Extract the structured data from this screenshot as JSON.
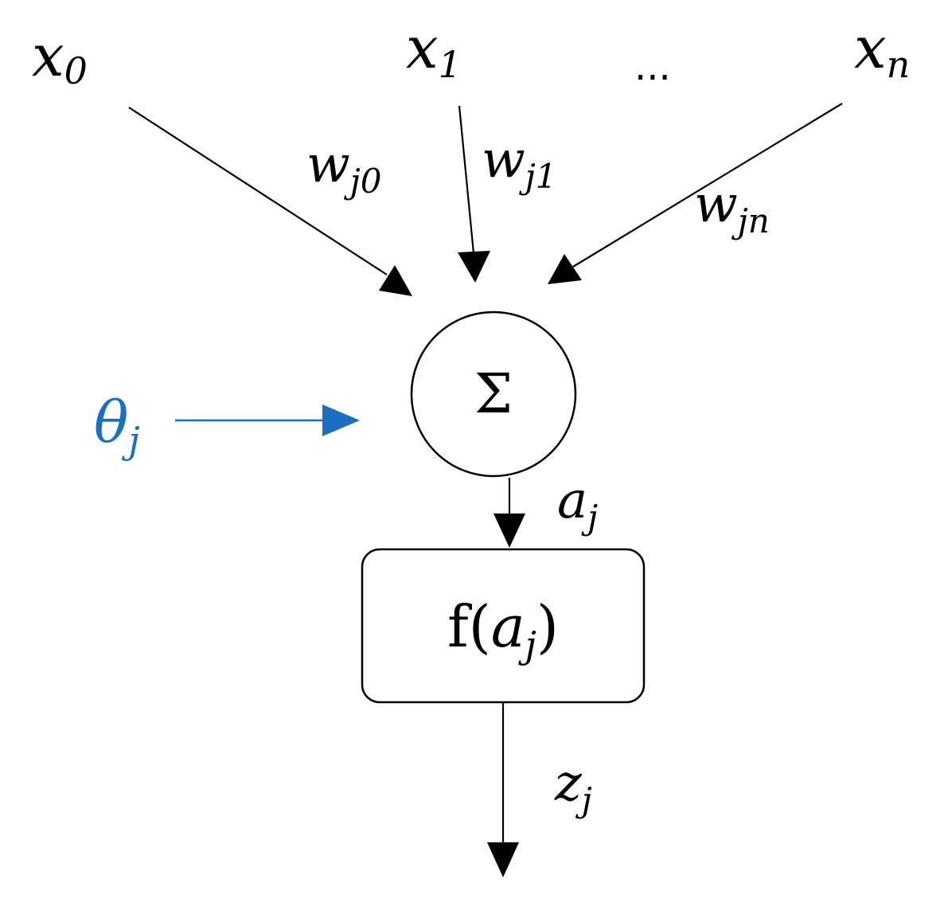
{
  "inputs": [
    {
      "var": "x",
      "sub": "0"
    },
    {
      "var": "x",
      "sub": "1"
    },
    {
      "var": "x",
      "sub": "n"
    }
  ],
  "ellipsis": "...",
  "weights": [
    {
      "var": "w",
      "sub": "j0"
    },
    {
      "var": "w",
      "sub": "j1"
    },
    {
      "var": "w",
      "sub": "jn"
    }
  ],
  "bias": {
    "var": "θ",
    "sub": "j"
  },
  "summation": "Σ",
  "activation": {
    "var": "a",
    "sub": "j"
  },
  "function_box": {
    "prefix": "f(",
    "var": "a",
    "sub": "j",
    "suffix": ")"
  },
  "output": {
    "var": "z",
    "sub": "j"
  },
  "colors": {
    "line": "#000000",
    "bias": "#1a6fc1"
  }
}
